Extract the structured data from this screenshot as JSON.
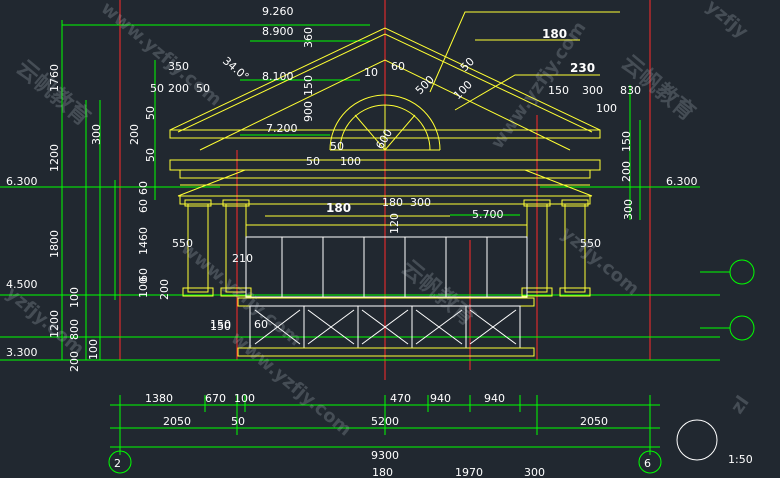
{
  "colors": {
    "background": "#212830",
    "dimension_lines": "#00ff00",
    "building_outline": "#ffff33",
    "axis_lines": "#ff2a2a",
    "text": "#ffffff"
  },
  "scale_label": "1:50",
  "axis_labels": {
    "left": "2",
    "right": "6"
  },
  "elevation_marks": {
    "top_9260": "9.260",
    "mark_8900": "8.900",
    "mark_8100": "8.100",
    "mark_7200": "7.200",
    "left_6300": "6.300",
    "right_6300": "6.300",
    "mark_5700": "5.700",
    "left_4500": "4.500",
    "left_3300": "3.300"
  },
  "left_dims": {
    "d1760": "1760",
    "d1200": "1200",
    "d1800": "1800",
    "d1200b": "1200",
    "d300": "300",
    "d200": "200",
    "d50a": "50",
    "d50b": "50",
    "d60a": "60",
    "d60b": "60",
    "d60c": "60",
    "d1460": "1460",
    "d100a": "100",
    "d100b": "100",
    "d800": "800",
    "d200b": "200",
    "d100c": "100",
    "d200c": "200",
    "d150": "150"
  },
  "roof_dims": {
    "d350": "350",
    "d50a": "50",
    "d200": "200",
    "d50b": "50",
    "angle": "34.0°",
    "d360": "360",
    "d10": "10",
    "d60": "60",
    "d50c": "50",
    "d100a": "100",
    "d180top": "180",
    "d230": "230",
    "d150": "150",
    "d300": "300",
    "d830": "830",
    "d100b": "100",
    "d900": "900",
    "d150b": "150",
    "d50d": "50",
    "d100c": "100",
    "d150c": "150",
    "d200b": "200",
    "d500": "500",
    "d300b": "300",
    "d600": "600",
    "d50e": "50"
  },
  "facade_dims": {
    "d180mid": "180",
    "d180b": "180",
    "d300c": "300",
    "d120": "120",
    "d550l": "550",
    "d550r": "550",
    "d210": "210",
    "d150d": "150",
    "d60d": "60"
  },
  "bottom_dims": {
    "row1": [
      "1380",
      "670",
      "100",
      "470",
      "940",
      "940"
    ],
    "row2": [
      "2050",
      "50",
      "5200",
      "2050"
    ],
    "total": "9300",
    "row4": [
      "180",
      "1970",
      "300"
    ]
  },
  "watermarks": [
    "www.yzfjy.com",
    "yzfjy",
    "www.yzfjy.com",
    "www.yzfjy.com",
    "yzfjy.com",
    "云帆教育",
    "云帆教育",
    "云帆教育",
    "www.yzfjy.com",
    "yzfjy.com",
    "zl"
  ]
}
